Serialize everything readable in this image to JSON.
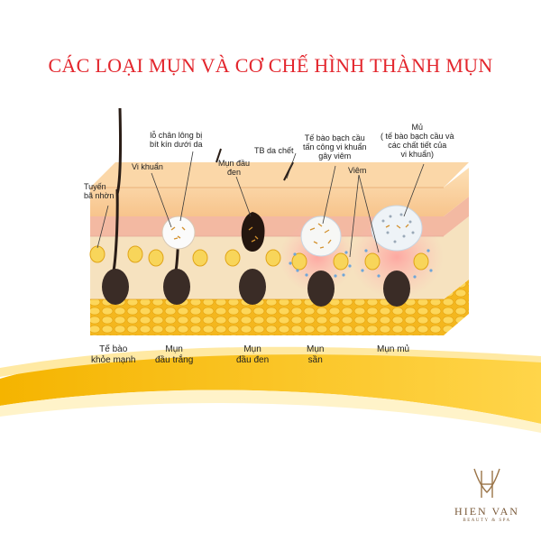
{
  "title": "CÁC LOẠI MỤN VÀ CƠ CHẾ HÌNH THÀNH MỤN",
  "labels": {
    "tuyen_ba_nhon": [
      "Tuyến",
      "bã nhờn"
    ],
    "vi_khuan": "Vi khuẩn",
    "lo_chan_long": [
      "lỗ chân lông bị",
      "bít kín dưới da"
    ],
    "mun_dau_den_top": [
      "Mụn đầu",
      "đen"
    ],
    "tb_da_chet": "TB da chết",
    "te_bao_bach_cau": [
      "Tế bào bạch cầu",
      "tấn công vi khuẩn",
      "gây viêm"
    ],
    "viem": "Viêm",
    "mu": [
      "Mủ",
      "( tế bào bạch cầu và",
      "các chất tiết của",
      "vi khuẩn)"
    ]
  },
  "stages": [
    [
      "Tế bào",
      "khỏe mạnh"
    ],
    [
      "Mụn",
      "đầu trắng"
    ],
    [
      "Mụn",
      "đầu đen"
    ],
    [
      "Mụn",
      "sần"
    ],
    [
      "Mụn mủ"
    ]
  ],
  "brand": {
    "name": "HIEN VAN",
    "tagline": "BEAUTY & SPA",
    "accent": "#f5b400",
    "title_color": "#e3262d"
  }
}
